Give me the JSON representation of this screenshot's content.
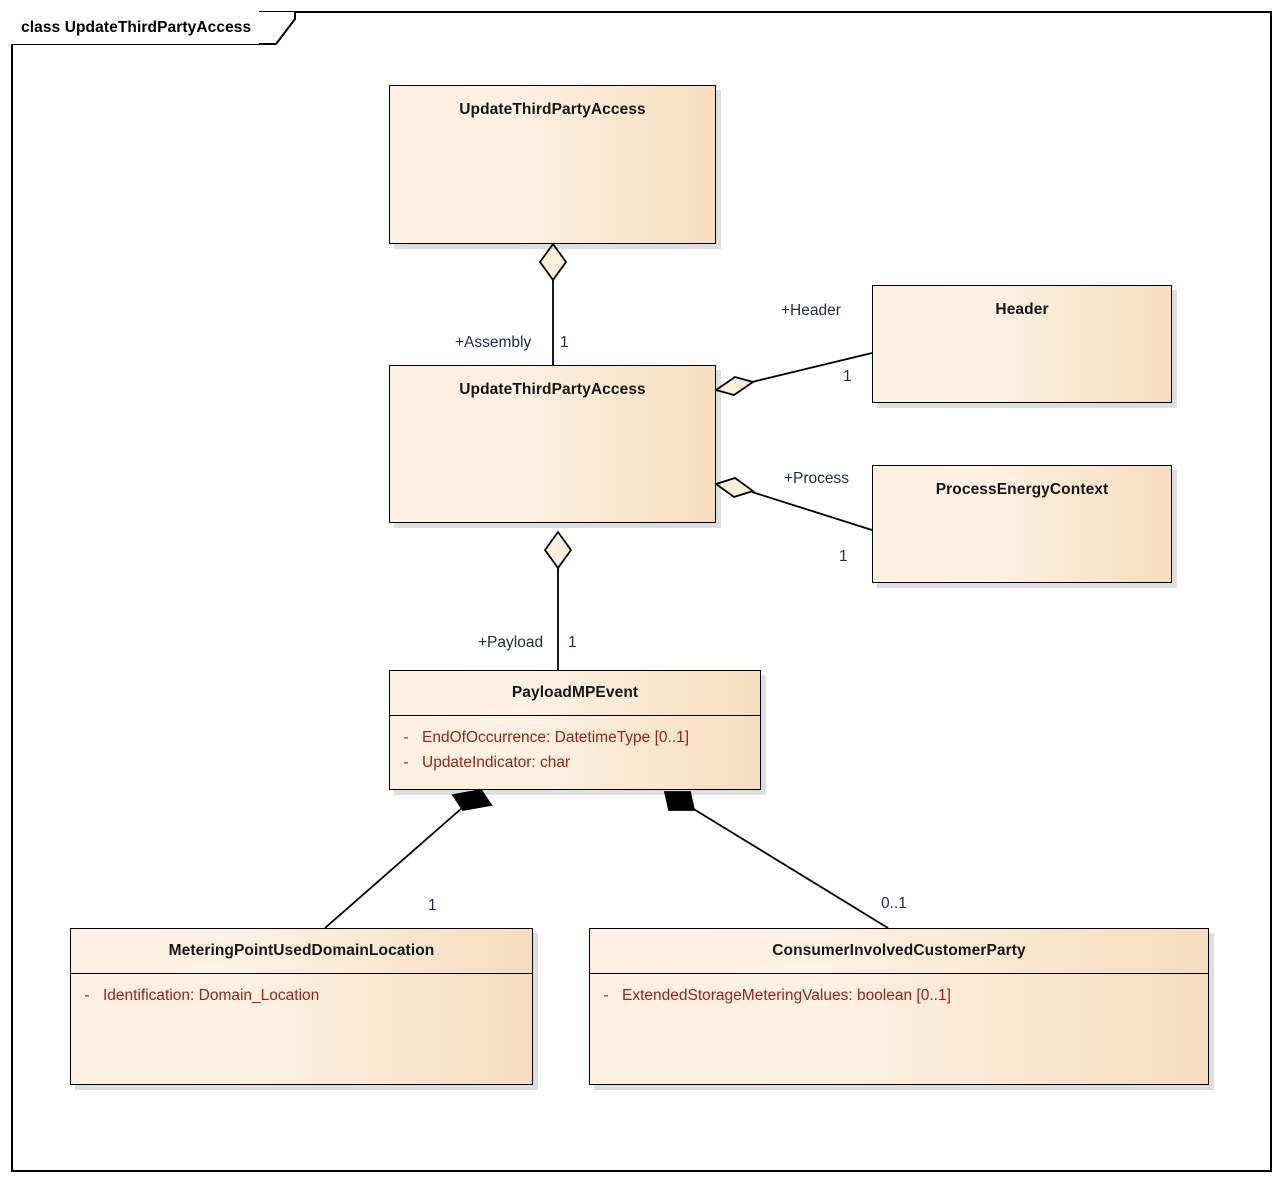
{
  "diagram": {
    "frame_label": "class UpdateThirdPartyAccess",
    "colors": {
      "box_fill_light": "#fbf0e2",
      "box_fill_dark": "#f6ddbe",
      "border": "#000000",
      "attribute_text": "#9c2316",
      "label_text": "#1d2b4b",
      "diamond_fill": "#fbeedb"
    }
  },
  "classes": {
    "assembly": {
      "name": "UpdateThirdPartyAccess"
    },
    "message": {
      "name": "UpdateThirdPartyAccess"
    },
    "header": {
      "name": "Header"
    },
    "process": {
      "name": "ProcessEnergyContext"
    },
    "payload": {
      "name": "PayloadMPEvent",
      "attributes": [
        {
          "visibility": "-",
          "text": "EndOfOccurrence: DatetimeType [0..1]"
        },
        {
          "visibility": "-",
          "text": "UpdateIndicator: char"
        }
      ]
    },
    "metering_point": {
      "name": "MeteringPointUsedDomainLocation",
      "attributes": [
        {
          "visibility": "-",
          "text": "Identification: Domain_Location"
        }
      ]
    },
    "consumer": {
      "name": "ConsumerInvolvedCustomerParty",
      "attributes": [
        {
          "visibility": "-",
          "text": "ExtendedStorageMeteringValues: boolean [0..1]"
        }
      ]
    }
  },
  "associations": {
    "assembly": {
      "role": "+Assembly",
      "multiplicity": "1",
      "kind": "aggregation"
    },
    "header": {
      "role": "+Header",
      "multiplicity": "1",
      "kind": "aggregation"
    },
    "process": {
      "role": "+Process",
      "multiplicity": "1",
      "kind": "aggregation"
    },
    "payload": {
      "role": "+Payload",
      "multiplicity": "1",
      "kind": "aggregation"
    },
    "metering_point": {
      "role": "",
      "multiplicity": "1",
      "kind": "composition"
    },
    "consumer": {
      "role": "",
      "multiplicity": "0..1",
      "kind": "composition"
    }
  }
}
